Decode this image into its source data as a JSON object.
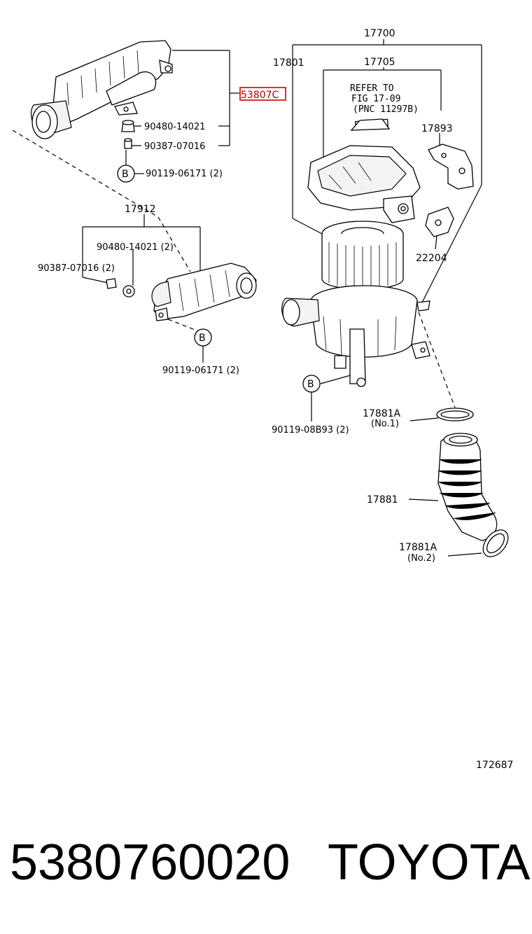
{
  "diagram": {
    "labels": {
      "p17700": "17700",
      "p17801": "17801",
      "p17705": "17705",
      "refer1": "REFER TO",
      "refer2": "FIG 17-09",
      "refer3": "(PNC 11297B)",
      "p17893": "17893",
      "p53807c": "53807C",
      "p90480a": "90480-14021",
      "p90387a": "90387-07016",
      "bA": "B",
      "p90119a": "90119-06171 (2)",
      "p17912": "17912",
      "p90480b": "90480-14021 (2)",
      "p90387b": "90387-07016 (2)",
      "p22204": "22204",
      "bB": "B",
      "p90119b": "90119-06171 (2)",
      "bC": "B",
      "p90119c": "90119-08B93 (2)",
      "p17881a1": "17881A",
      "no1": "(No.1)",
      "p17881": "17881",
      "p17881a2": "17881A",
      "no2": "(No.2)",
      "fig": "172687"
    },
    "highlight_color": "#d40000"
  },
  "footer": {
    "part_number": "5380760020",
    "brand": "TOYOTA"
  }
}
